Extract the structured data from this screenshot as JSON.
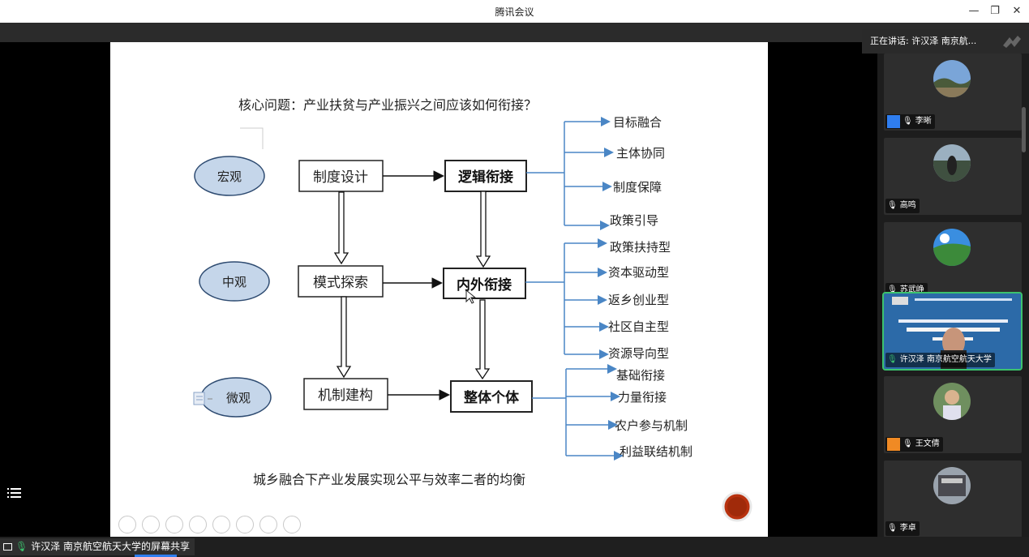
{
  "window": {
    "title": "腾讯会议",
    "minimize": "—",
    "restore": "❐",
    "close": "✕"
  },
  "speaking": {
    "text": "正在讲话: 许汉泽  南京航..."
  },
  "share": {
    "label": "许汉泽  南京航空航天大学的屏幕共享"
  },
  "slide": {
    "title": "核心问题：产业扶贫与产业振兴之间应该如何衔接？",
    "levels": [
      "宏观",
      "中观",
      "微观"
    ],
    "left_boxes": [
      "制度设计",
      "模式探索",
      "机制建构"
    ],
    "mid_boxes": [
      "逻辑衔接",
      "内外衔接",
      "整体个体"
    ],
    "branches_1": [
      "目标融合",
      "主体协同",
      "制度保障",
      "政策引导"
    ],
    "branches_2": [
      "政策扶持型",
      "资本驱动型",
      "返乡创业型",
      "社区自主型",
      "资源导向型"
    ],
    "branches_3": [
      "基础衔接",
      "力量衔接",
      "农户参与机制",
      "利益联结机制"
    ],
    "footer": "城乡融合下产业发展实现公平与效率二者的均衡"
  },
  "participants": [
    {
      "name": "李晰",
      "badge": "blue"
    },
    {
      "name": "高鸣",
      "badge": "none"
    },
    {
      "name": "苏武峥",
      "badge": "none"
    },
    {
      "name": "许汉泽  南京航空航天大学",
      "badge": "none",
      "active": true
    },
    {
      "name": "王文倩",
      "badge": "orange"
    },
    {
      "name": "李卓",
      "badge": "none"
    }
  ],
  "colors": {
    "accent": "#2f7ef0",
    "active_border": "#3cc26e",
    "arrow_blue": "#4a86c5",
    "ellipse_fill": "#c5d6ea"
  }
}
